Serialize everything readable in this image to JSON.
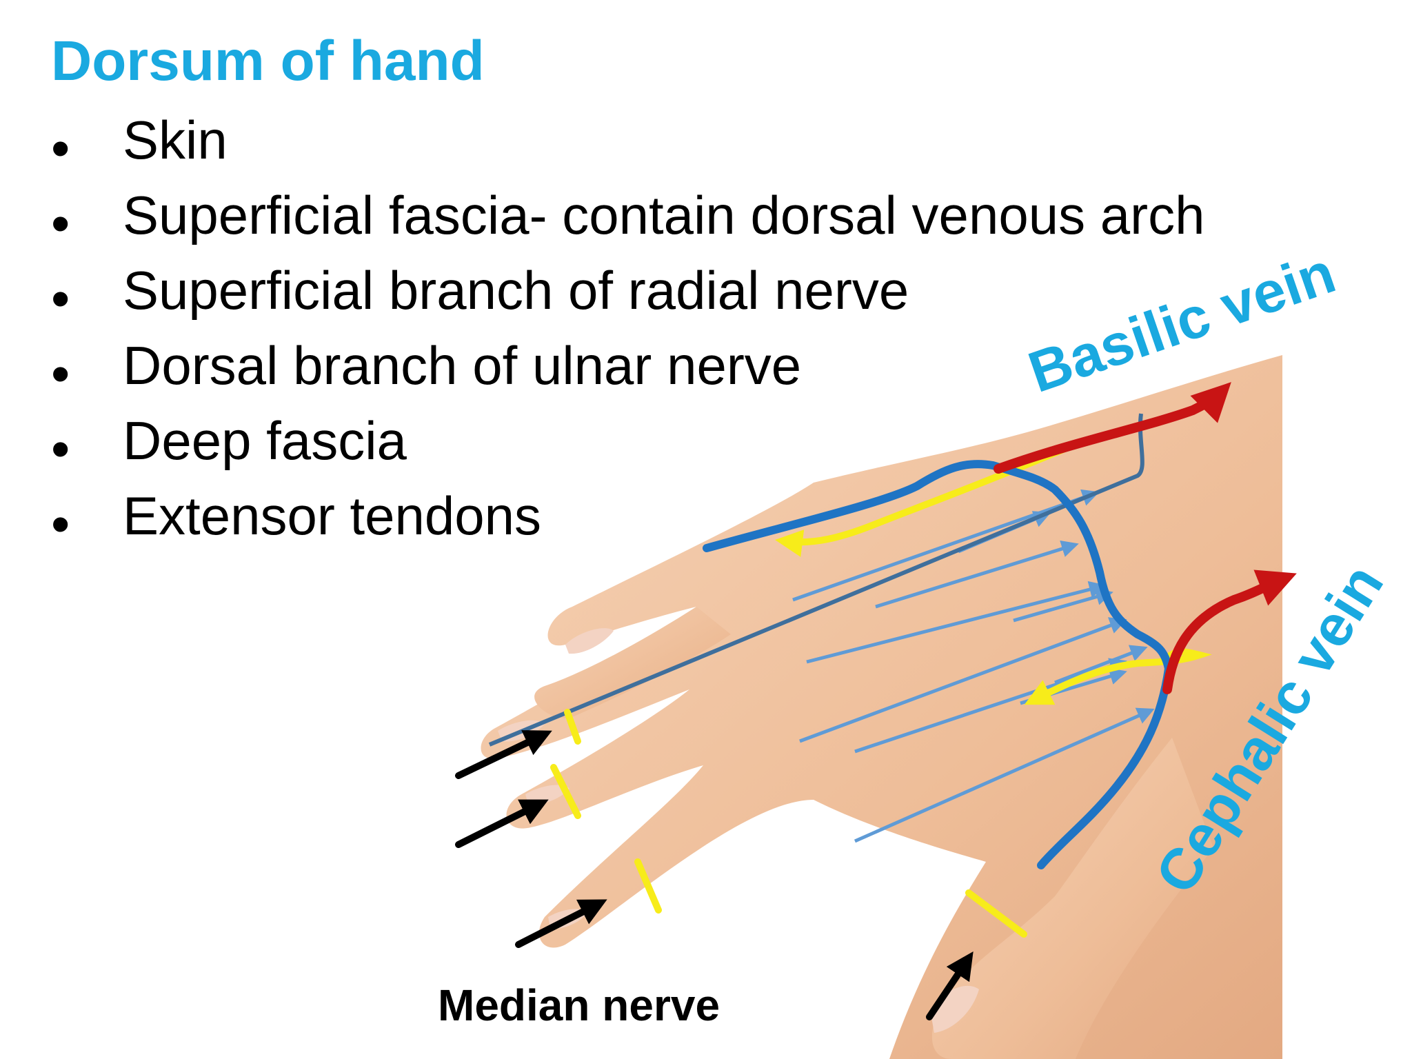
{
  "title": "Dorsum of hand",
  "bullet_glyph": "•",
  "bullets": [
    "Skin",
    "Superficial fascia- contain dorsal venous arch",
    "Superficial branch of radial nerve",
    "Dorsal branch of ulnar nerve",
    "Deep fascia",
    "Extensor tendons"
  ],
  "labels": {
    "basilic_vein": "Basilic vein",
    "cephalic_vein": "Cephalic vein",
    "median_nerve": "Median nerve"
  },
  "colors": {
    "title": "#1aa9e0",
    "vein": "#1f74c4",
    "artery": "#c81414",
    "nerve": "#f7ec1a",
    "tendon": "#5f9bd6",
    "skin": "#f0c4a2"
  }
}
